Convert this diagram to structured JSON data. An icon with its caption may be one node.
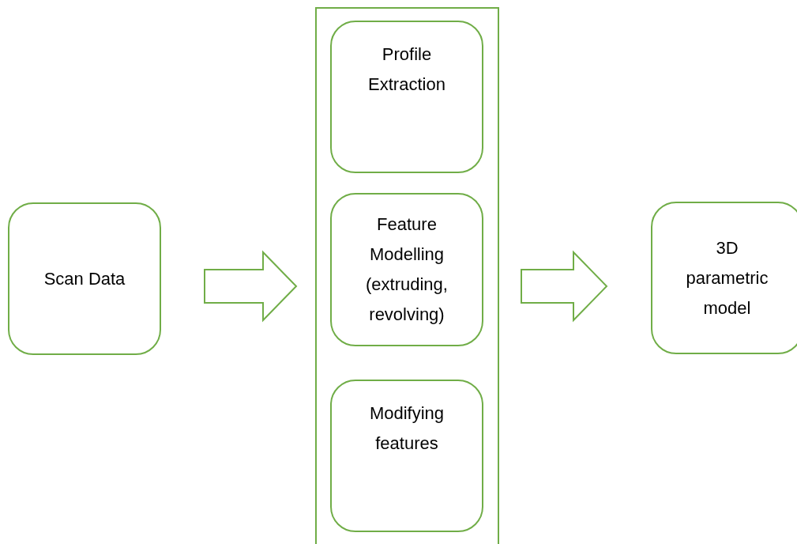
{
  "diagram": {
    "nodes": [
      {
        "text": [
          "Scan Data"
        ]
      },
      {
        "text": [],
        "shape": "box"
      },
      {
        "text": [
          "Profile Extraction"
        ],
        "in": 1
      },
      {
        "text": [
          "Feature Modelling (extruding, revolving)"
        ],
        "in": 1
      },
      {
        "text": [
          "Modifying features"
        ],
        "in": 1
      },
      {
        "text": [
          "3D parametric model"
        ]
      }
    ],
    "edges": [
      {
        "from": 0,
        "to": 1,
        "arrow": "to"
      },
      {
        "from": 1,
        "to": 5,
        "arrow": "to"
      }
    ]
  }
}
